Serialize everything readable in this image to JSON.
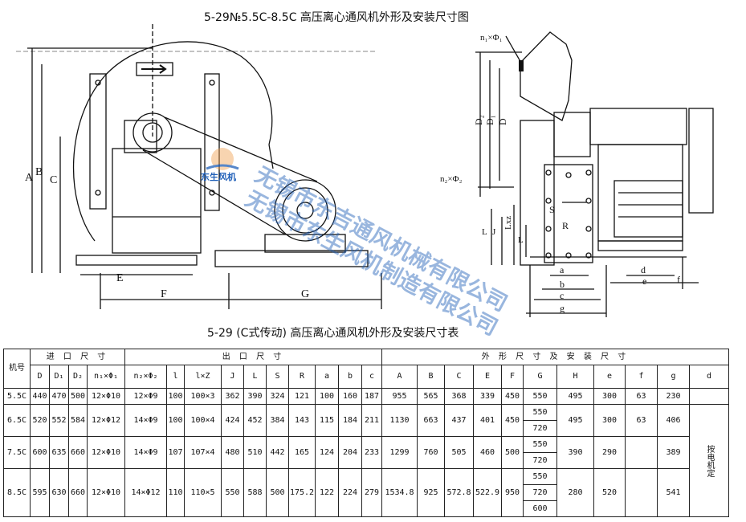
{
  "titles": {
    "drawing": "5-29№5.5C-8.5C 高压离心通风机外形及安装尺寸图",
    "table": "5-29 (C式传动) 高压离心通风机外形及安装尺寸表"
  },
  "drawing_labels": {
    "front": [
      "A",
      "B",
      "C",
      "E",
      "F",
      "G"
    ],
    "side": [
      "n₁×Φ₁",
      "D₂",
      "D₁",
      "D",
      "n₂×Φ₂",
      "S",
      "R",
      "Lxz",
      "J",
      "L",
      "L",
      "a",
      "b",
      "c",
      "g",
      "d",
      "e",
      "f"
    ]
  },
  "watermark": {
    "line1": "无锡市东吉通风机械有限公司",
    "line2": "无锡市东生风机制造有限公司",
    "logo_text": "东生风机"
  },
  "table": {
    "group_headers": {
      "model": "机号",
      "inlet": "进 口 尺 寸",
      "outlet": "出 口 尺 寸",
      "overall": "外 形 尺 寸 及 安 装 尺 寸"
    },
    "columns": [
      "D",
      "D₁",
      "D₂",
      "n₁×Φ₁",
      "n₂×Φ₂",
      "l",
      "l×Z",
      "J",
      "L",
      "S",
      "R",
      "a",
      "b",
      "c",
      "A",
      "B",
      "C",
      "E",
      "F",
      "G",
      "H",
      "e",
      "f",
      "g",
      "d"
    ],
    "rows": [
      {
        "model": "5.5C",
        "D": "440",
        "D1": "470",
        "D2": "500",
        "n1f1": "12×Φ10",
        "n2f2": "12×Φ9",
        "l": "100",
        "lz": "100×3",
        "J": "362",
        "L": "390",
        "S": "324",
        "R": "121",
        "a": "100",
        "b": "160",
        "c": "187",
        "A": "955",
        "B": "565",
        "C": "368",
        "E": "339",
        "F": "450",
        "G": [
          "550"
        ],
        "H": "495",
        "e": "300",
        "f": "63",
        "g": "230"
      },
      {
        "model": "6.5C",
        "D": "520",
        "D1": "552",
        "D2": "584",
        "n1f1": "12×Φ12",
        "n2f2": "14×Φ9",
        "l": "100",
        "lz": "100×4",
        "J": "424",
        "L": "452",
        "S": "384",
        "R": "143",
        "a": "115",
        "b": "184",
        "c": "211",
        "A": "1130",
        "B": "663",
        "C": "437",
        "E": "401",
        "F": "450",
        "G": [
          "550",
          "720"
        ],
        "H": "495",
        "e": "300",
        "f": "63",
        "g": "406"
      },
      {
        "model": "7.5C",
        "D": "600",
        "D1": "635",
        "D2": "660",
        "n1f1": "12×Φ10",
        "n2f2": "14×Φ9",
        "l": "107",
        "lz": "107×4",
        "J": "480",
        "L": "510",
        "S": "442",
        "R": "165",
        "a": "124",
        "b": "204",
        "c": "233",
        "A": "1299",
        "B": "760",
        "C": "505",
        "E": "460",
        "F": "500",
        "G": [
          "550",
          "720"
        ],
        "H": "390",
        "e": "290",
        "f": "",
        "g": "389"
      },
      {
        "model": "8.5C",
        "D": "595",
        "D1": "630",
        "D2": "660",
        "n1f1": "12×Φ10",
        "n2f2": "14×Φ12",
        "l": "110",
        "lz": "110×5",
        "J": "550",
        "L": "588",
        "S": "500",
        "R": "175.2",
        "a": "122",
        "b": "224",
        "c": "279",
        "A": "1534.8",
        "B": "925",
        "C": "572.8",
        "E": "522.9",
        "F": "950",
        "G": [
          "550",
          "720",
          "600"
        ],
        "H": "280",
        "e": "520",
        "f": "",
        "g": "541"
      }
    ],
    "d_note": "按电机定"
  }
}
